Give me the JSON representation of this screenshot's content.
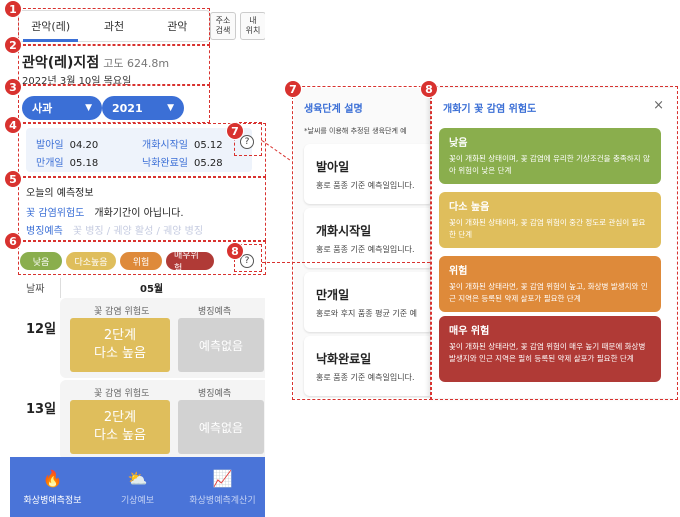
{
  "tabs": [
    "관악(레)",
    "과천",
    "관악"
  ],
  "buttons": {
    "address_search": "주소\n검색",
    "my_location": "내\n위치"
  },
  "location": {
    "name": "관악(레)지점",
    "altitude": "고도 624.8m",
    "date": "2022년 3월 10일 목요일"
  },
  "selects": {
    "crop": "사과",
    "year": "2021"
  },
  "stages": {
    "germination_label": "발아일",
    "germination_date": "04.20",
    "flowering_start_label": "개화시작일",
    "flowering_start_date": "05.12",
    "full_bloom_label": "만개일",
    "full_bloom_date": "05.18",
    "petal_fall_label": "낙화완료일",
    "petal_fall_date": "05.28"
  },
  "forecast": {
    "title": "오늘의 예측정보",
    "infection_label": "꽃 감염위험도",
    "infection_value": "개화기간이 아닙니다.",
    "symptom_label": "병징예측",
    "symptom_values": [
      "꽃 병징",
      "/",
      "궤양 활성",
      "/",
      "궤양 병징"
    ]
  },
  "legend": [
    {
      "label": "낮음",
      "color": "#8aae4d"
    },
    {
      "label": "다소높음",
      "color": "#dfbe5c"
    },
    {
      "label": "위험",
      "color": "#de8a3a"
    },
    {
      "label": "매우위험",
      "color": "#b03a36"
    }
  ],
  "table": {
    "date_header": "날짜",
    "month": "05월",
    "risk_header": "꽃 감염 위험도",
    "symptom_header": "병징예측",
    "rows": [
      {
        "day": "12일",
        "risk_stage": "2단계",
        "risk_level": "다소 높음",
        "symptom": "예측없음"
      },
      {
        "day": "13일",
        "risk_stage": "2단계",
        "risk_level": "다소 높음",
        "symptom": "예측없음"
      }
    ]
  },
  "nav": [
    "화상병예측정보",
    "기상예보",
    "화상병예측계산기"
  ],
  "stage_panel": {
    "title": "생육단계 설명",
    "note": "*날씨를 이용해 추정된 생육단계 예",
    "cards": [
      {
        "title": "발아일",
        "desc": "홍로 품종 기준 예측일입니다."
      },
      {
        "title": "개화시작일",
        "desc": "홍로 품종 기준 예측일입니다."
      },
      {
        "title": "만개일",
        "desc": "홍로와 후지 품종 평균 기준 예"
      },
      {
        "title": "낙화완료일",
        "desc": "홍로 품종 기준 예측일입니다."
      }
    ]
  },
  "risk_panel": {
    "title": "개화기 꽃 감염 위험도",
    "close": "×",
    "cards": [
      {
        "title": "낮음",
        "desc": "꽃이 개화된 상태이며, 꽃 감염에 유리한 기상조건을 충족하지 않아 위험이 낮은 단계",
        "color": "#8aae4d"
      },
      {
        "title": "다소 높음",
        "desc": "꽃이 개화된 상태이며, 꽃 감염 위험이 중간 정도로 관심이 필요한 단계",
        "color": "#dfbe5c"
      },
      {
        "title": "위험",
        "desc": "꽃이 개화된 상태라면, 꽃 감염 위험이 높고, 화상병 발생지와 인근 지역은 등록된 약제 살포가 필요한 단계",
        "color": "#de8a3a"
      },
      {
        "title": "매우 위험",
        "desc": "꽃이 개화된 상태라면, 꽃 감염 위험이 매우 높기 때문에 화상병 발생지와 인근 지역은 필히 등록된 약제 살포가 필요한 단계",
        "color": "#b03a36"
      }
    ]
  },
  "badges": [
    "1",
    "2",
    "3",
    "4",
    "5",
    "6",
    "7",
    "8",
    "7",
    "8"
  ],
  "help_icon": "?",
  "colors": {
    "accent": "#3b6fd6",
    "annotation": "#d8322f"
  }
}
